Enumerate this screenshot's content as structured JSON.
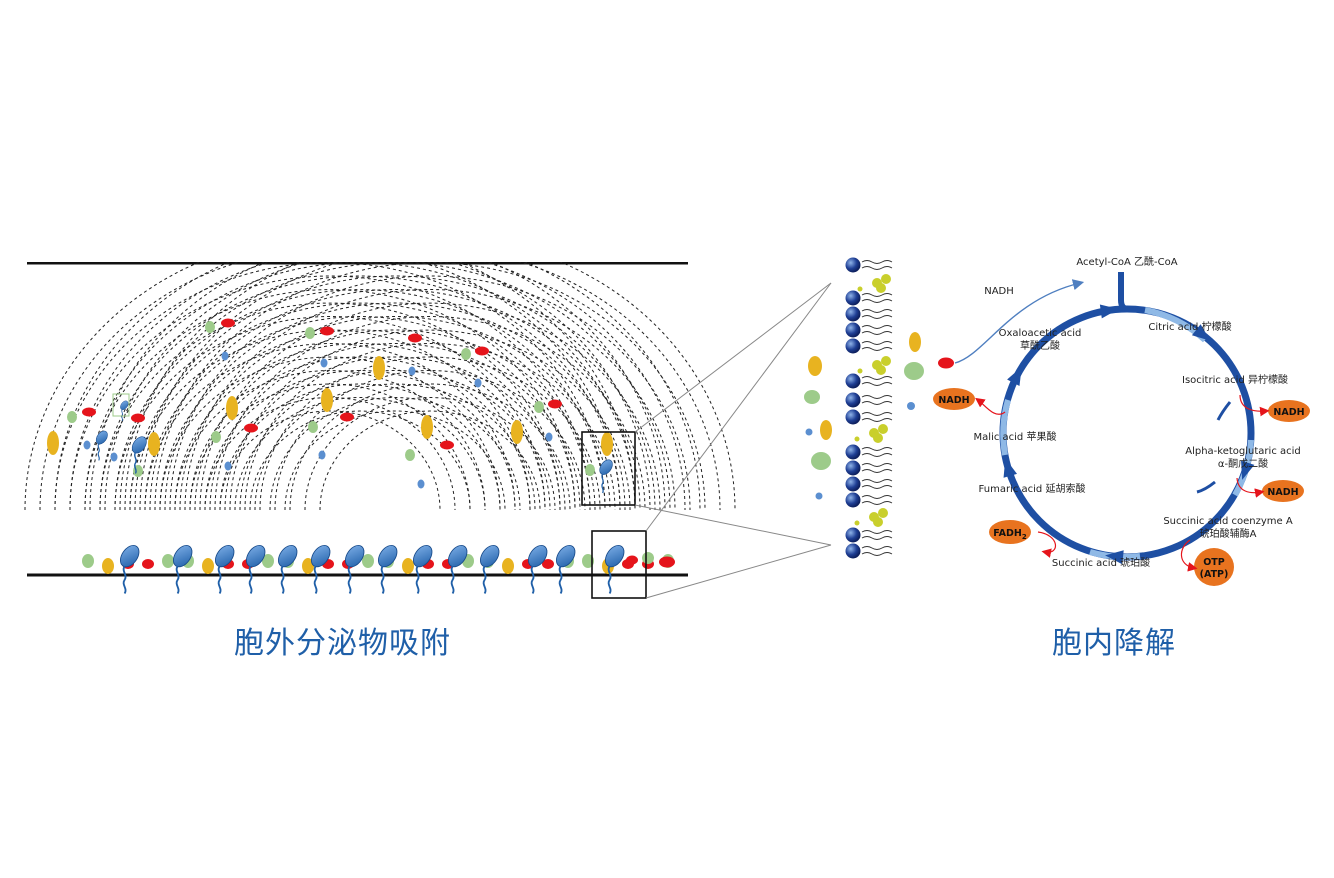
{
  "captions": {
    "left": "胞外分泌物吸附",
    "right": "胞内降解"
  },
  "cycle": {
    "entry": "Acetyl-CoA 乙酰-CoA",
    "nadh_top": "NADH",
    "steps": [
      {
        "id": "citric",
        "lines": [
          "Citric acid 柠檬酸"
        ]
      },
      {
        "id": "isocitric",
        "lines": [
          "Isocitric acid 异柠檬酸"
        ]
      },
      {
        "id": "akg",
        "lines": [
          "Alpha-ketoglutaric acid",
          "α-酮戊二酸"
        ]
      },
      {
        "id": "succoa",
        "lines": [
          "Succinic acid coenzyme A",
          "琥珀酸辅酶A"
        ]
      },
      {
        "id": "succinic",
        "lines": [
          "Succinic acid 琥珀酸"
        ]
      },
      {
        "id": "fumaric",
        "lines": [
          "Fumaric acid 延胡索酸"
        ]
      },
      {
        "id": "malic",
        "lines": [
          "Malic acid 苹果酸"
        ]
      },
      {
        "id": "oxalo",
        "lines": [
          "Oxaloacetic acid",
          "草酰乙酸"
        ]
      }
    ],
    "products": {
      "nadh_1": "NADH",
      "nadh_2": "NADH",
      "nadh_3": "NADH",
      "fadh": "FADH",
      "fadh_sub": "2",
      "otp_1": "OTP",
      "otp_2": "(ATP)"
    }
  },
  "colors": {
    "bacterium": "#1f5fa8",
    "caption": "#1f5fa8",
    "cycle": "#1e4fa3",
    "product": "#e8731f",
    "red": "#e5141b",
    "yellow": "#e8b320",
    "green": "#9dcb8a",
    "blue_dot": "#5b8fd0"
  },
  "icons": [
    "bacterium-icon",
    "membrane-lipid-icon",
    "particle-icon",
    "arrow-icon"
  ]
}
